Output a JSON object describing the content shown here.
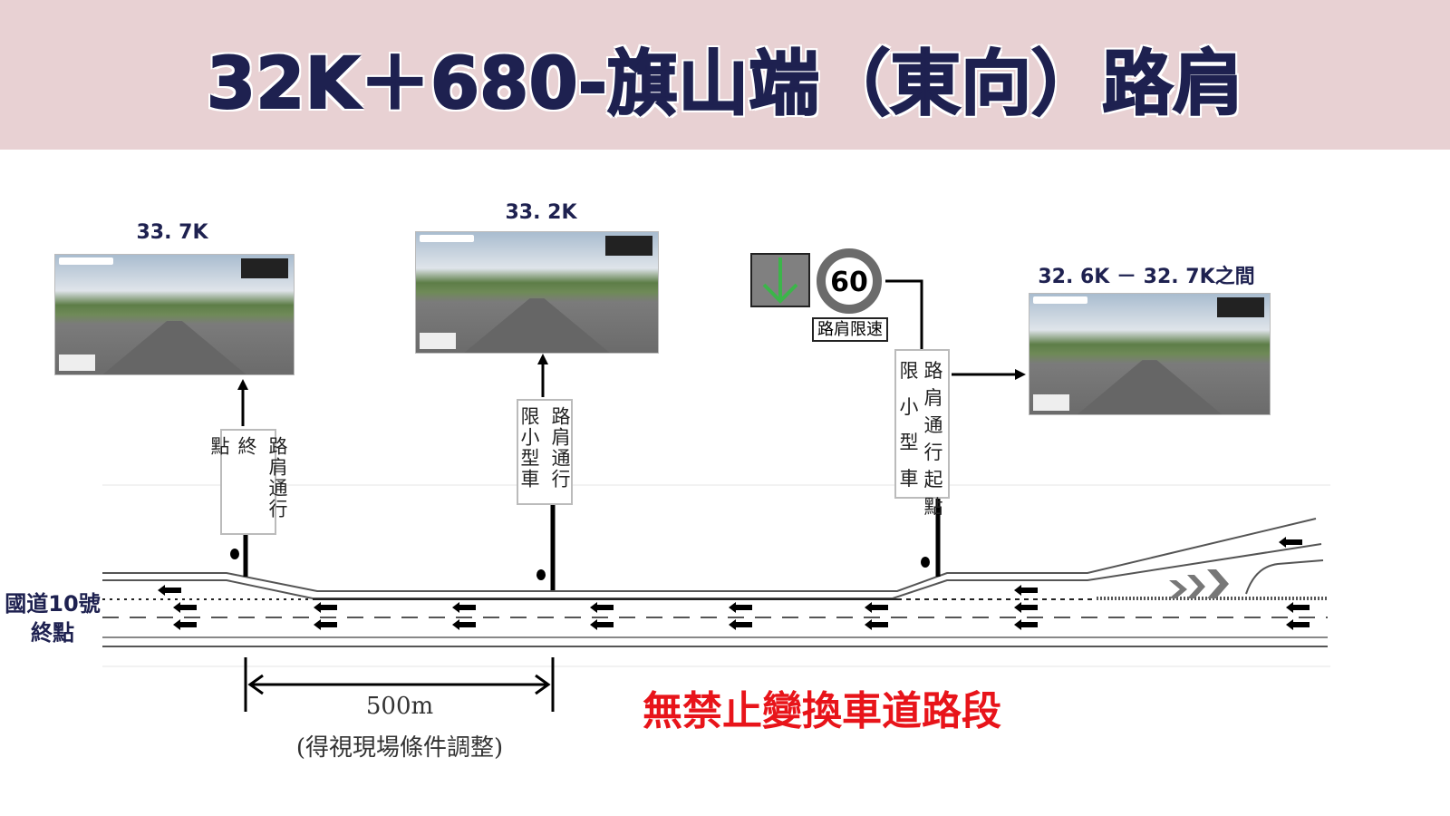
{
  "title": "32K＋680-旗山端（東向）路肩",
  "photos": [
    {
      "caption": "33. 7K"
    },
    {
      "caption": "33. 2K"
    },
    {
      "caption": "32. 6K － 32. 7K之間"
    }
  ],
  "signs": {
    "end": {
      "right": "路肩通行",
      "left": "終點"
    },
    "mid": {
      "right": "路肩通行",
      "left": "限小型車"
    },
    "start": {
      "right": [
        "路",
        "肩",
        "通",
        "行",
        "起",
        "點"
      ],
      "left": [
        "限",
        "小",
        "型",
        "車"
      ]
    }
  },
  "speed_sign": {
    "value": "60",
    "label": "路肩限速",
    "lane_arrow_color": "#3cb54a"
  },
  "road_label": {
    "line1": "國道10號",
    "line2": "終點"
  },
  "dimension": {
    "distance": "500m",
    "note": "(得視現場條件調整)"
  },
  "no_lane_change_text": "無禁止變換車道路段",
  "colors": {
    "title_band": "#e8d1d3",
    "title_text": "#1e2150",
    "warning_red": "#e8141a"
  }
}
